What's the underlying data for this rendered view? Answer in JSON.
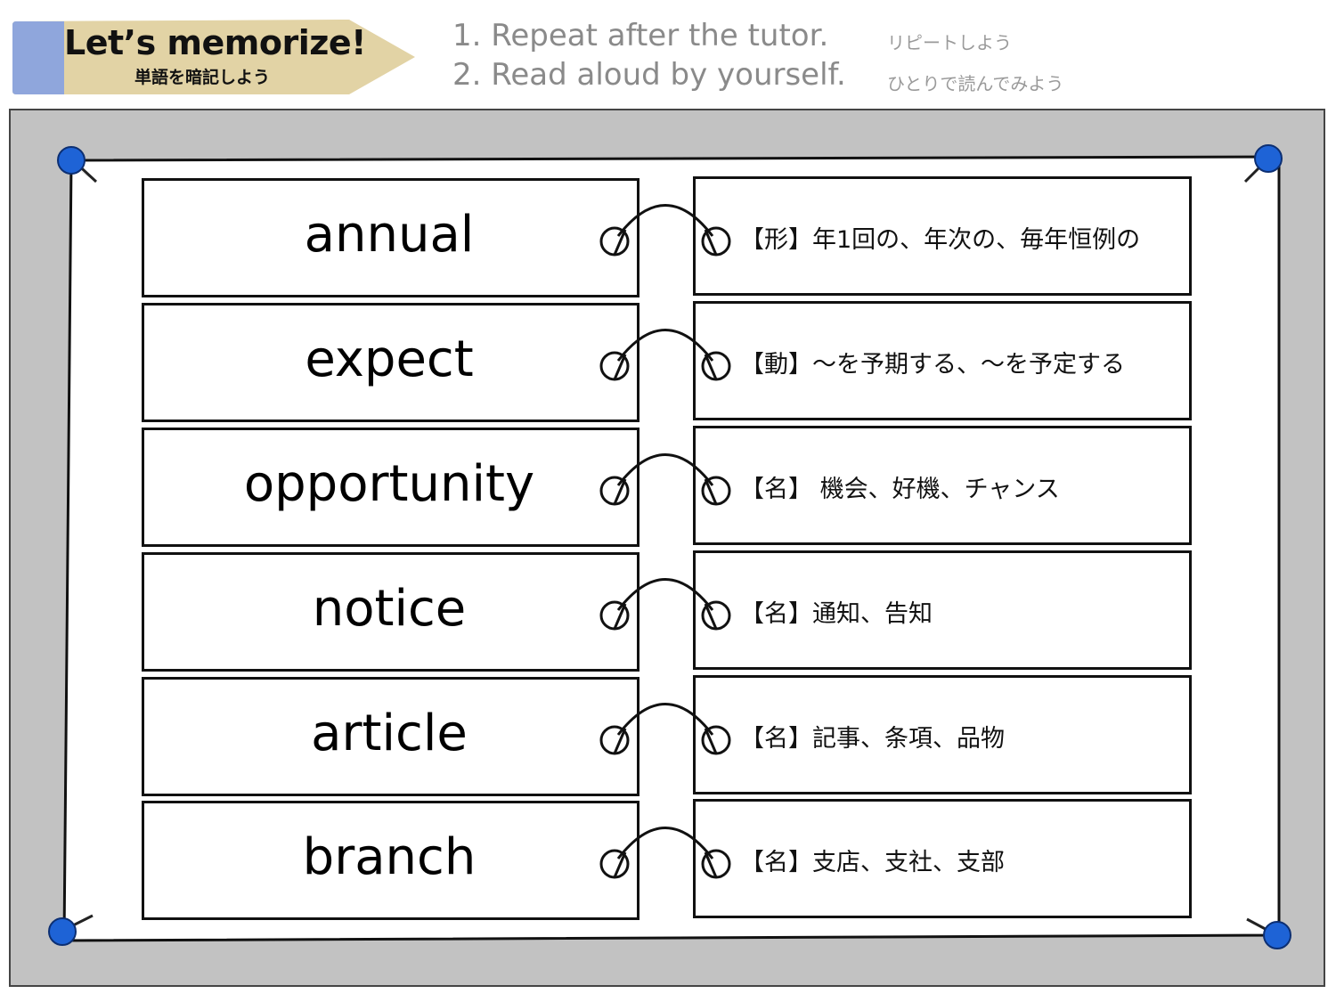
{
  "banner": {
    "title": "Let’s memorize!",
    "subtitle": "単語を暗記しよう",
    "colors": {
      "flag": "#e2d3a5",
      "stripe": "#8fa6dc"
    }
  },
  "instructions": [
    {
      "en": "1. Repeat after the tutor.",
      "jp": "リピートしよう"
    },
    {
      "en": "2. Read aloud by yourself.",
      "jp": "ひとりで読んでみよう"
    }
  ],
  "board": {
    "colors": {
      "frame": "#c2c2c2",
      "paper": "#ffffff",
      "pin": "#1e63d6"
    }
  },
  "vocab": [
    {
      "word": "annual",
      "meaning": "【形】年1回の、年次の、毎年恒例の"
    },
    {
      "word": "expect",
      "meaning": "【動】～を予期する、～を予定する"
    },
    {
      "word": "opportunity",
      "meaning": "【名】 機会、好機、チャンス"
    },
    {
      "word": "notice",
      "meaning": "【名】通知、告知"
    },
    {
      "word": "article",
      "meaning": "【名】記事、条項、品物"
    },
    {
      "word": "branch",
      "meaning": "【名】支店、支社、支部"
    }
  ]
}
